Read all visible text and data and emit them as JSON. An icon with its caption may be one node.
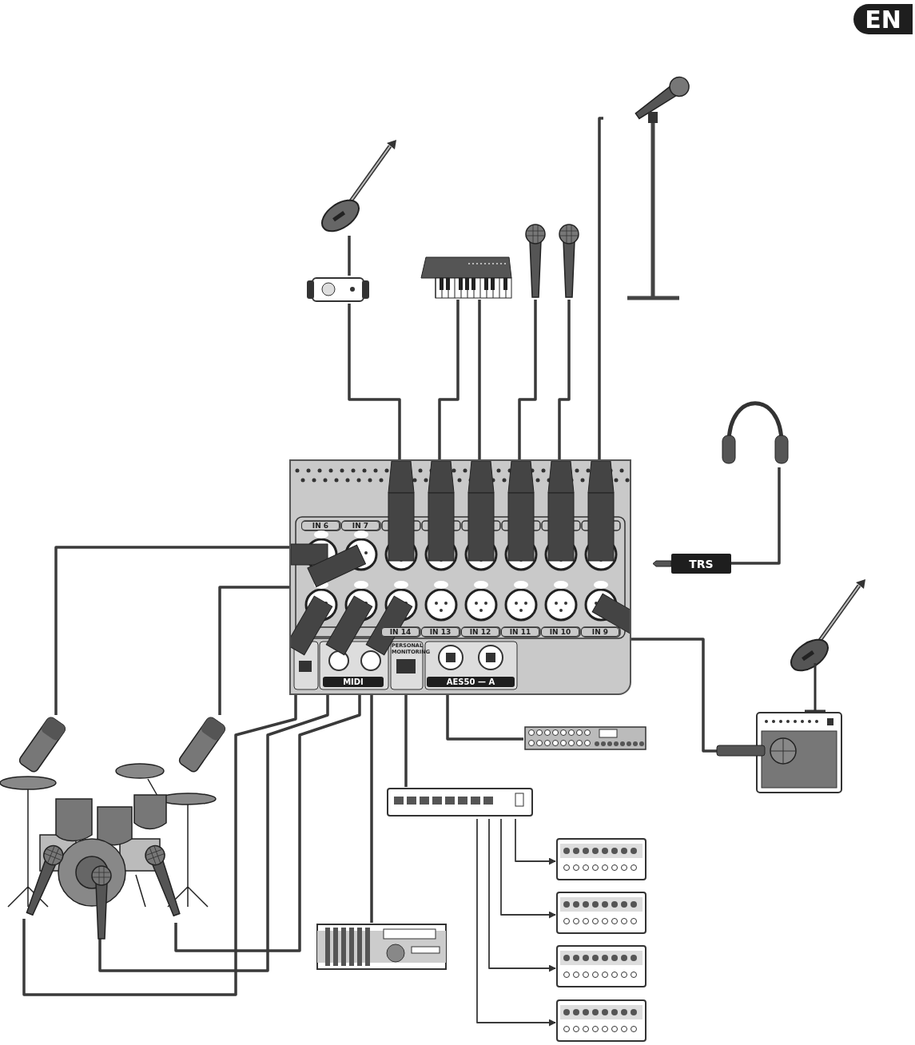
{
  "diagram": {
    "nodes": [
      {
        "text": [
          "IN 6",
          "IN 7",
          "IN 14",
          "IN 13",
          "IN 12",
          "IN 11",
          "IN 10",
          "IN 9",
          "PERSONAL MONITORING",
          "MIDI",
          "AES50 — A"
        ]
      },
      {
        "text": [],
        "shape": "picture"
      },
      {
        "text": [],
        "shape": "picture"
      },
      {
        "text": [],
        "shape": "picture"
      },
      {
        "text": [],
        "shape": "picture"
      },
      {
        "text": [],
        "shape": "picture"
      },
      {
        "text": [],
        "shape": "picture"
      },
      {
        "text": [],
        "shape": "picture"
      },
      {
        "text": [
          "TRS"
        ]
      },
      {
        "text": [],
        "shape": "picture"
      },
      {
        "text": [],
        "shape": "picture"
      },
      {
        "text": [],
        "shape": "picture"
      },
      {
        "text": [],
        "shape": "picture"
      },
      {
        "text": [],
        "shape": "picture"
      },
      {
        "text": [],
        "shape": "picture"
      },
      {
        "text": [],
        "shape": "picture"
      },
      {
        "text": [],
        "shape": "picture"
      },
      {
        "text": [],
        "shape": "picture"
      },
      {
        "text": [],
        "shape": "picture"
      },
      {
        "text": [],
        "shape": "picture"
      },
      {
        "text": [],
        "shape": "picture"
      },
      {
        "text": [],
        "shape": "picture"
      },
      {
        "text": [],
        "shape": "picture"
      },
      {
        "text": [],
        "shape": "picture"
      }
    ],
    "edges": [
      {
        "from": 1,
        "to": 2,
        "arrow": "none"
      },
      {
        "from": 2,
        "to": 0,
        "arrow": "none"
      },
      {
        "from": 3,
        "to": 0,
        "arrow": "none"
      },
      {
        "from": 3,
        "to": 0,
        "arrow": "none"
      },
      {
        "from": 4,
        "to": 0,
        "arrow": "none"
      },
      {
        "from": 5,
        "to": 0,
        "arrow": "none"
      },
      {
        "from": 6,
        "to": 0,
        "arrow": "none"
      },
      {
        "from": 7,
        "to": 8,
        "arrow": "none"
      },
      {
        "from": 10,
        "to": 0,
        "arrow": "none"
      },
      {
        "from": 12,
        "to": 0,
        "arrow": "none"
      },
      {
        "from": 13,
        "to": 0,
        "arrow": "none"
      },
      {
        "from": 14,
        "to": 0,
        "arrow": "none"
      },
      {
        "from": 15,
        "to": 0,
        "arrow": "none"
      },
      {
        "from": 16,
        "to": 0,
        "arrow": "none"
      },
      {
        "from": 17,
        "to": 0,
        "arrow": "none"
      },
      {
        "from": 18,
        "to": 0,
        "arrow": "none"
      },
      {
        "from": 19,
        "to": 0,
        "arrow": "none"
      },
      {
        "from": 18,
        "to": 20,
        "arrow": "to"
      },
      {
        "from": 18,
        "to": 21,
        "arrow": "to"
      },
      {
        "from": 18,
        "to": 22,
        "arrow": "to"
      },
      {
        "from": 18,
        "to": 23,
        "arrow": "to"
      }
    ],
    "labels": [
      "EN"
    ]
  }
}
